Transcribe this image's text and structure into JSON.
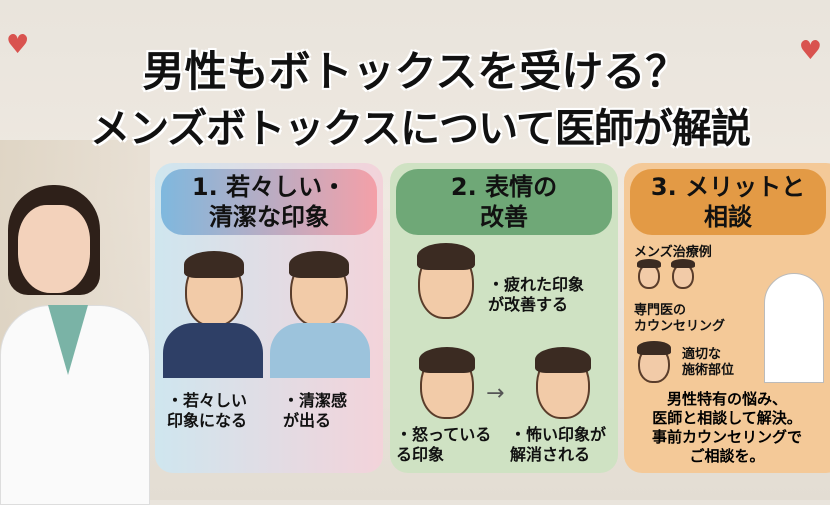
{
  "title": {
    "line1": "男性もボトックスを受ける？",
    "line2": "メンズボトックスについて医師が解説"
  },
  "panels": [
    {
      "heading": "1. 若々しい・\n清潔な印象",
      "captions": [
        "・若々しい\n印象になる",
        "・清潔感\nが出る"
      ]
    },
    {
      "heading": "2. 表情の\n改善",
      "captions": [
        "・疲れた印象\nが改善する",
        "・怒っている\nる印象",
        "・怖い印象が\n解消される"
      ]
    },
    {
      "heading": "3. メリットと\n相談",
      "labels": [
        "メンズ治療例",
        "専門医の\nカウンセリング",
        "適切な\n施術部位"
      ],
      "summary": "男性特有の悩み、\n医師と相談して解決。\n事前カウンセリングで\nご相談を。"
    }
  ],
  "colors": {
    "panel1": "#7fb8de",
    "panel2": "#6fa877",
    "panel3": "#e39a45"
  }
}
